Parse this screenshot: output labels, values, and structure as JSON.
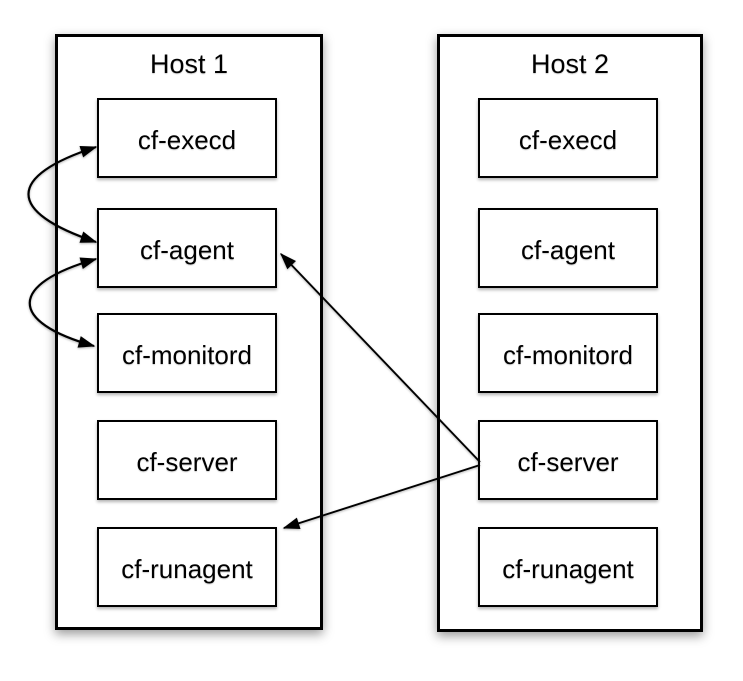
{
  "hosts": [
    {
      "title": "Host 1",
      "processes": [
        "cf-execd",
        "cf-agent",
        "cf-monitord",
        "cf-server",
        "cf-runagent"
      ]
    },
    {
      "title": "Host 2",
      "processes": [
        "cf-execd",
        "cf-agent",
        "cf-monitord",
        "cf-server",
        "cf-runagent"
      ]
    }
  ],
  "connections": [
    {
      "from": "Host 1 / cf-execd",
      "to": "Host 1 / cf-agent",
      "direction": "bidirectional",
      "style": "curved"
    },
    {
      "from": "Host 1 / cf-agent",
      "to": "Host 1 / cf-monitord",
      "direction": "bidirectional",
      "style": "curved"
    },
    {
      "from": "Host 2 / cf-server",
      "to": "Host 1 / cf-agent",
      "direction": "one-way",
      "style": "straight"
    },
    {
      "from": "Host 2 / cf-server",
      "to": "Host 1 / cf-runagent",
      "direction": "one-way",
      "style": "straight"
    }
  ],
  "colors": {
    "line": "#000000",
    "box_border": "#000000",
    "box_fill": "#ffffff",
    "background": "#ffffff",
    "text": "#000000"
  }
}
